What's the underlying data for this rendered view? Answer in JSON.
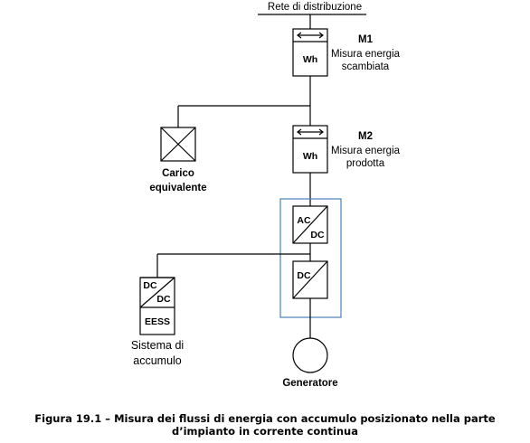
{
  "grid": {
    "label": "Rete di distribuzione"
  },
  "meter1": {
    "id": "M1",
    "symbol": "Wh",
    "desc_line1": "Misura energia",
    "desc_line2": "scambiata"
  },
  "meter2": {
    "id": "M2",
    "symbol": "Wh",
    "desc_line1": "Misura energia",
    "desc_line2": "prodotta"
  },
  "load": {
    "line1": "Carico",
    "line2": "equivalente"
  },
  "inverter": {
    "top": "AC",
    "bottom": "DC"
  },
  "dcdc_main": {
    "label": "DC"
  },
  "storage": {
    "dc_top": "DC",
    "dc_bottom": "DC",
    "eess": "EESS",
    "line1": "Sistema di",
    "line2": "accumulo"
  },
  "generator": {
    "label": "Generatore"
  },
  "caption": {
    "line1": "Figura 19.1 – Misura dei flussi di energia con accumulo posizionato nella parte",
    "line2": "d’impianto in corrente continua"
  },
  "colors": {
    "highlight_box": "#4a7ebb",
    "lines": "#000000"
  }
}
